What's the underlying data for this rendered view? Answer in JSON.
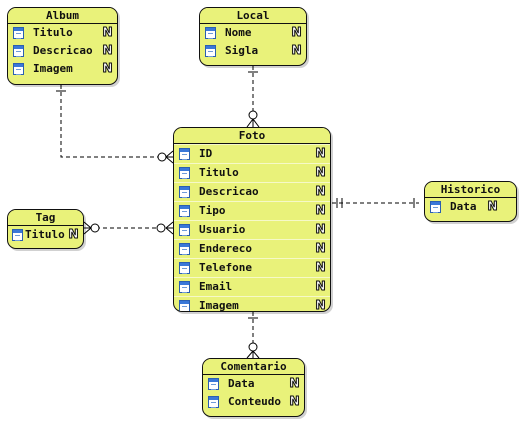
{
  "colors": {
    "entity_fill": "#e9f27a",
    "border": "#111111",
    "field_icon": "#3a78d8",
    "connector": "#000000"
  },
  "icons": {
    "field": "table-field-icon",
    "nullable": "nullable-n-icon"
  },
  "entities": {
    "album": {
      "title": "Album",
      "attributes": [
        {
          "name": "Titulo",
          "null_flag": "N"
        },
        {
          "name": "Descricao",
          "null_flag": "N"
        },
        {
          "name": "Imagem",
          "null_flag": "N"
        }
      ]
    },
    "local": {
      "title": "Local",
      "attributes": [
        {
          "name": "Nome",
          "null_flag": "N"
        },
        {
          "name": "Sigla",
          "null_flag": "N"
        }
      ]
    },
    "foto": {
      "title": "Foto",
      "attributes": [
        {
          "name": "ID",
          "null_flag": "N"
        },
        {
          "name": "Titulo",
          "null_flag": "N"
        },
        {
          "name": "Descricao",
          "null_flag": "N"
        },
        {
          "name": "Tipo",
          "null_flag": "N"
        },
        {
          "name": "Usuario",
          "null_flag": "N"
        },
        {
          "name": "Endereco",
          "null_flag": "N"
        },
        {
          "name": "Telefone",
          "null_flag": "N"
        },
        {
          "name": "Email",
          "null_flag": "N"
        },
        {
          "name": "Imagem",
          "null_flag": "N"
        }
      ]
    },
    "tag": {
      "title": "Tag",
      "attributes": [
        {
          "name": "Titulo",
          "null_flag": "N"
        }
      ]
    },
    "historico": {
      "title": "Historico",
      "attributes": [
        {
          "name": "Data",
          "null_flag": "N"
        }
      ]
    },
    "comentario": {
      "title": "Comentario",
      "attributes": [
        {
          "name": "Data",
          "null_flag": "N"
        },
        {
          "name": "Conteudo",
          "null_flag": "N"
        }
      ]
    }
  },
  "relationships": [
    {
      "from": "Album",
      "to": "Foto",
      "from_end": "one",
      "to_end": "zero-or-many"
    },
    {
      "from": "Local",
      "to": "Foto",
      "from_end": "one",
      "to_end": "zero-or-many"
    },
    {
      "from": "Tag",
      "to": "Foto",
      "from_end": "zero-or-many",
      "to_end": "zero-or-many"
    },
    {
      "from": "Foto",
      "to": "Historico",
      "from_end": "one",
      "to_end": "one"
    },
    {
      "from": "Foto",
      "to": "Comentario",
      "from_end": "one",
      "to_end": "zero-or-many"
    }
  ]
}
